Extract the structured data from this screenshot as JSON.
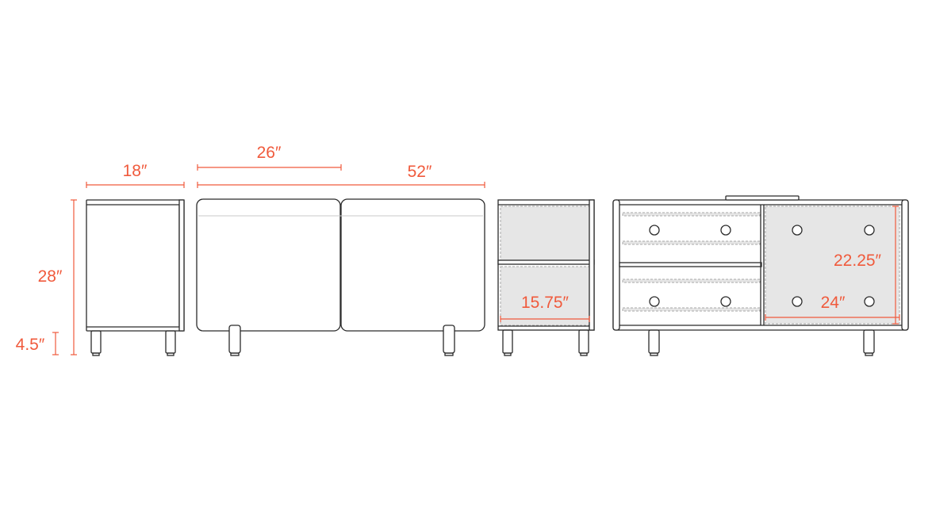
{
  "colors": {
    "dimension": "#f05a3c",
    "outline": "#2b2b2b",
    "panel_fill": "#e6e6e6",
    "dashed": "#a8a8a8",
    "faint_line": "#c8c8c8",
    "background": "#ffffff"
  },
  "dimensions": {
    "side_depth": "18″",
    "door_width": "26″",
    "total_width": "52″",
    "total_height": "28″",
    "leg_height": "4.5″",
    "interior_depth": "15.75″",
    "compartment_height": "22.25″",
    "compartment_width": "24″"
  },
  "views": [
    "side-view",
    "front-view-closed",
    "side-section-view",
    "front-view-open"
  ]
}
